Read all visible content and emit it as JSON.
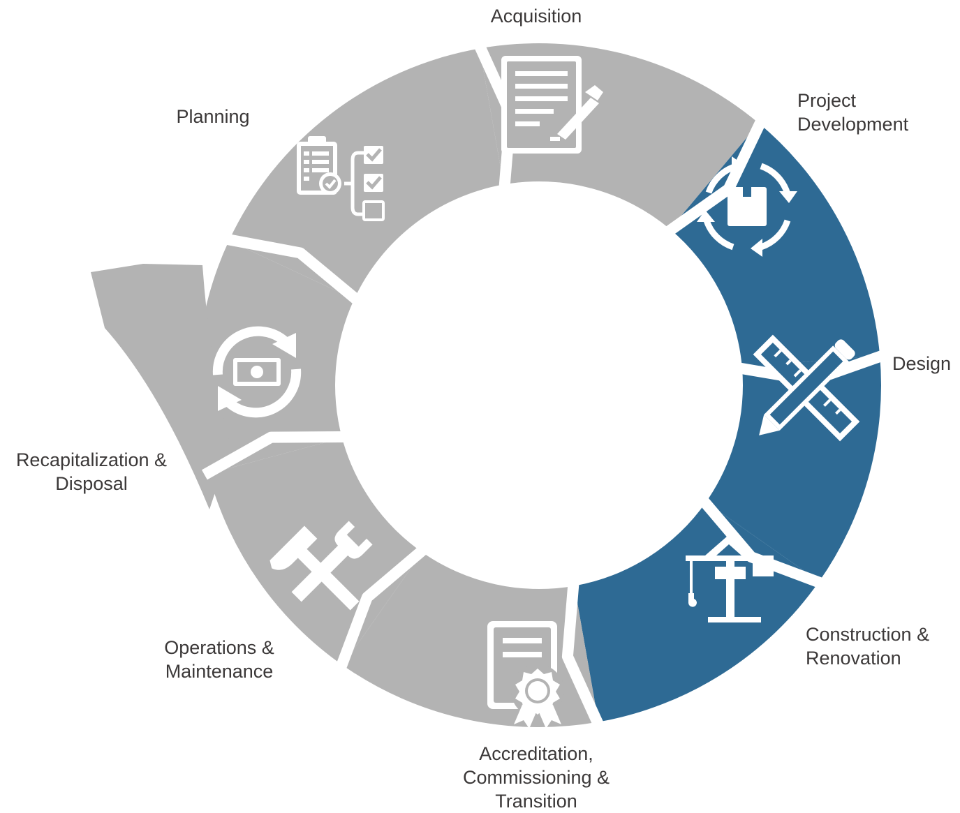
{
  "colors": {
    "inactive": "#b3b3b3",
    "active": "#2e6a94",
    "separator": "#ffffff",
    "label_text": "#3b3838"
  },
  "stages": {
    "acquisition": {
      "label": "Acquisition",
      "icon": "contract-pen-icon",
      "active": false
    },
    "project_development": {
      "label_line1": "Project",
      "label_line2": "Development",
      "icon": "package-cycle-icon",
      "active": true
    },
    "design": {
      "label": "Design",
      "icon": "ruler-pencil-icon",
      "active": true
    },
    "construction": {
      "label_line1": "Construction &",
      "label_line2": "Renovation",
      "icon": "crane-icon",
      "active": true
    },
    "accreditation": {
      "label_line1": "Accreditation,",
      "label_line2": "Commissioning &",
      "label_line3": "Transition",
      "icon": "certificate-icon",
      "active": false
    },
    "operations": {
      "label_line1": "Operations &",
      "label_line2": "Maintenance",
      "icon": "wrench-hammer-icon",
      "active": false
    },
    "recapitalization": {
      "label_line1": "Recapitalization &",
      "label_line2": "Disposal",
      "icon": "money-cycle-icon",
      "active": false
    },
    "planning": {
      "label": "Planning",
      "icon": "checklist-icon",
      "active": false
    }
  }
}
